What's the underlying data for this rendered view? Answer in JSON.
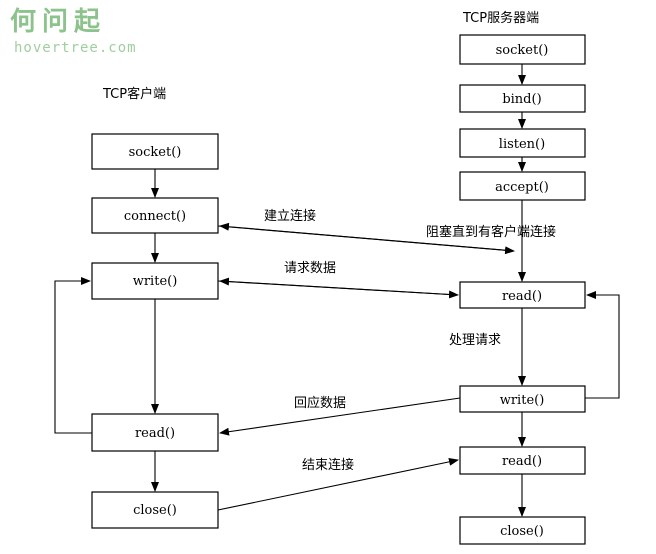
{
  "watermark": {
    "title": "何问起",
    "site": "hovertree.com"
  },
  "client": {
    "header": "TCP客户端",
    "socket": "socket()",
    "connect": "connect()",
    "write": "write()",
    "read": "read()",
    "close": "close()"
  },
  "server": {
    "header": "TCP服务器端",
    "socket": "socket()",
    "bind": "bind()",
    "listen": "listen()",
    "accept": "accept()",
    "read1": "read()",
    "write": "write()",
    "read2": "read()",
    "close": "close()"
  },
  "labels": {
    "establish": "建立连接",
    "block": "阻塞直到有客户端连接",
    "request_data": "请求数据",
    "process": "处理请求",
    "reply_data": "回应数据",
    "end_conn": "结束连接"
  }
}
